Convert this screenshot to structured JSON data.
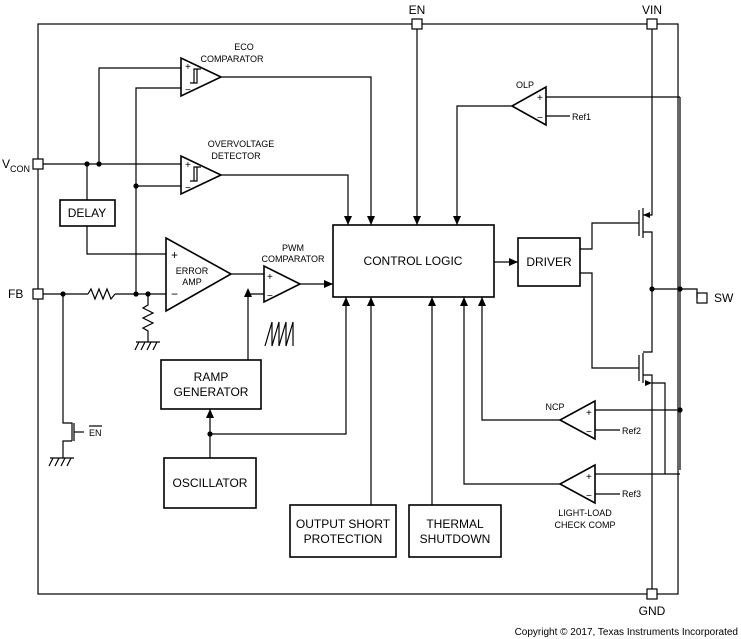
{
  "pins": {
    "en": "EN",
    "vin": "VIN",
    "vcon": "V",
    "vcon_sub": "CON",
    "fb": "FB",
    "sw": "SW",
    "gnd": "GND"
  },
  "blocks": {
    "control_logic": "CONTROL LOGIC",
    "driver": "DRIVER",
    "delay": "DELAY",
    "ramp_line1": "RAMP",
    "ramp_line2": "GENERATOR",
    "oscillator": "OSCILLATOR",
    "osp_line1": "OUTPUT SHORT",
    "osp_line2": "PROTECTION",
    "thermal_line1": "THERMAL",
    "thermal_line2": "SHUTDOWN"
  },
  "comparators": {
    "eco_line1": "ECO",
    "eco_line2": "COMPARATOR",
    "ov_line1": "OVERVOLTAGE",
    "ov_line2": "DETECTOR",
    "err_line1": "ERROR",
    "err_line2": "AMP",
    "pwm_line1": "PWM",
    "pwm_line2": "COMPARATOR",
    "olp": "OLP",
    "ncp": "NCP",
    "light_line1": "LIGHT-LOAD",
    "light_line2": "CHECK COMP"
  },
  "refs": {
    "ref1": "Ref1",
    "ref2": "Ref2",
    "ref3": "Ref3"
  },
  "signs": {
    "plus": "+",
    "minus": "−"
  },
  "en_bar": "EN",
  "copyright": "Copyright © 2017, Texas Instruments Incorporated"
}
